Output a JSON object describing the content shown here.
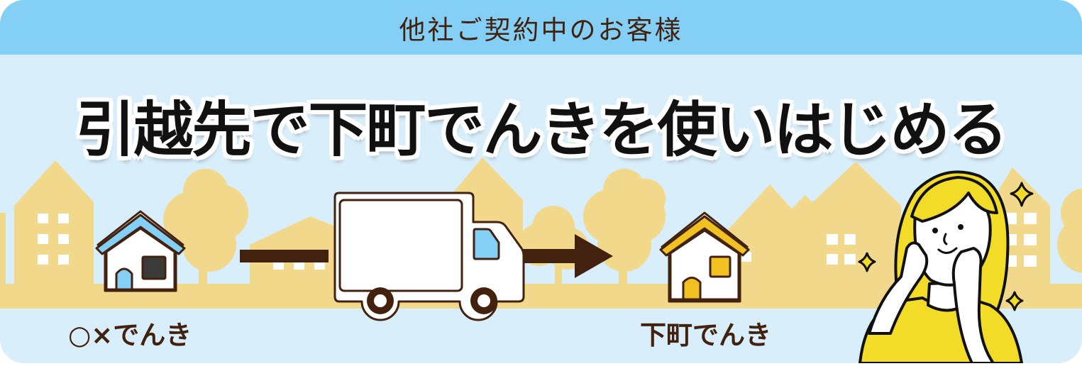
{
  "header": {
    "title": "他社ご契約中のお客様"
  },
  "headline": {
    "text": "引越先で下町でんきを使いはじめる"
  },
  "flow": {
    "from_label": "○×でんき",
    "to_label": "下町でんき",
    "icons": [
      "house-blue-icon",
      "truck-icon",
      "arrow-right-icon",
      "house-yellow-icon",
      "smiling-woman-illustration",
      "sparkle-icon"
    ]
  },
  "colors": {
    "header_bg": "#84cff5",
    "body_bg": "#d8eefb",
    "skyline": "#f2d88b",
    "text_brown": "#42220f",
    "house_blue": "#84cff5",
    "house_yellow": "#f0c120",
    "woman_yellow": "#f3dc27"
  }
}
